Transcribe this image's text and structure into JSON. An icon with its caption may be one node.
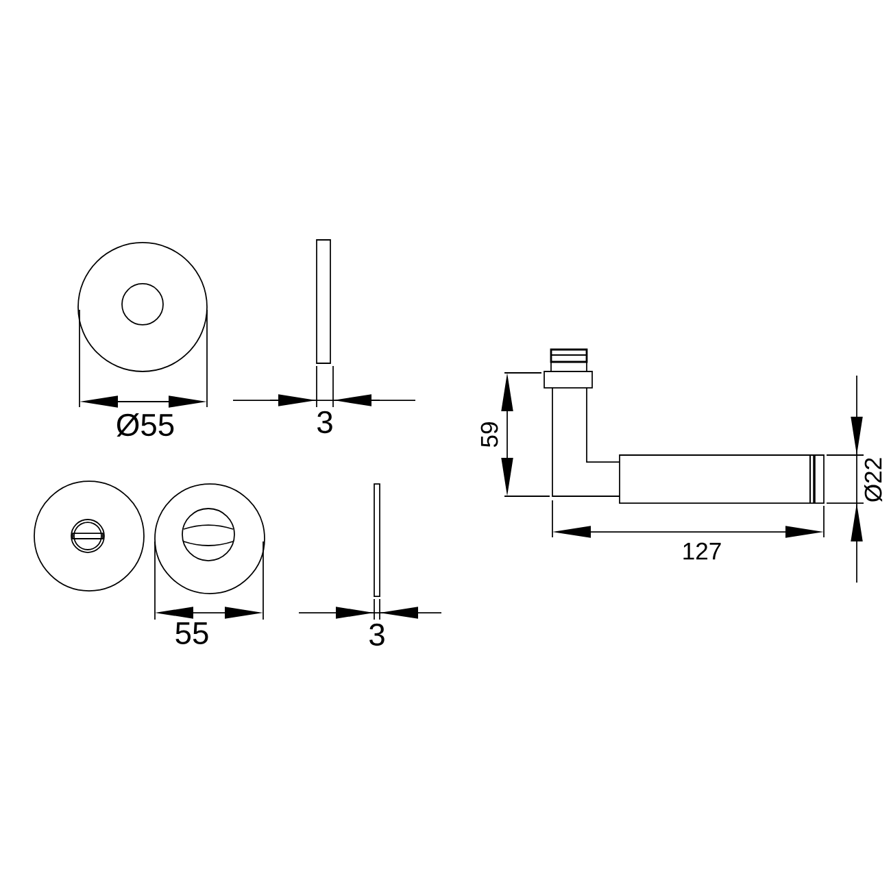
{
  "diagram": {
    "labels": [
      "Ø55",
      "3",
      "55",
      "3",
      "59",
      "127",
      "Ø22"
    ]
  }
}
